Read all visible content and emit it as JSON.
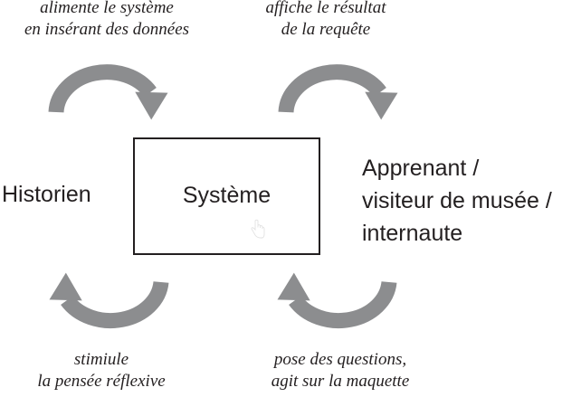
{
  "captions": {
    "top_left": [
      "alimente le système",
      "en insérant des données"
    ],
    "top_right": [
      "affiche le résultat",
      "de la requête"
    ],
    "bottom_left": [
      "stimiule",
      "la pensée réflexive"
    ],
    "bottom_right": [
      "pose des questions,",
      "agit sur la maquette"
    ]
  },
  "actors": {
    "left": "Historien",
    "right": [
      "Apprenant /",
      "visiteur de musée /",
      "internaute"
    ]
  },
  "system": {
    "label": "Système"
  },
  "colors": {
    "arrow": "#8c8d8f",
    "text": "#231f20",
    "border": "#231f20"
  }
}
